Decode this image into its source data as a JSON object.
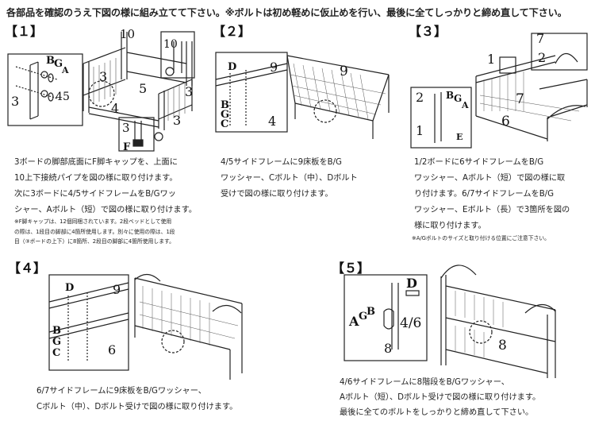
{
  "header": "各部品を確認のうえ下図の様に組み立てて下さい。※ボルトは初め軽めに仮止めを行い、最後に全てしっかりと締め直して下さい。",
  "steps": [
    {
      "label": "【１】",
      "lines": [
        "3ボードの脚部底面にF脚キャップを、上面に",
        "10上下接続パイプを図の様に取り付けます。",
        "次に3ボードに4/5サイドフレームをB/Gワッ",
        "シャー、Aボルト（短）で図の様に取り付けます。"
      ],
      "notes": [
        "※F脚キャップは、12個同梱されています。2段ベッドとして使用",
        "の際は、1段目の脚部に4箇所使用します。別々に使用の際は、1段",
        "目（③ボードの上下）に8箇所、2段目の脚部に4箇所使用します。"
      ],
      "callouts": {
        "top_post": "10",
        "inset_top": "10",
        "board_left": "3",
        "board_mid": "3",
        "board_right": "3",
        "frame_long": "5",
        "frame_front": "4",
        "board_bottom": "3",
        "cap": "F",
        "inset_left": "3",
        "inset_4": "4",
        "inset_5": "5",
        "washer_b": "B",
        "washer_g": "G",
        "bolt_a": "A"
      }
    },
    {
      "label": "【２】",
      "lines": [
        "4/5サイドフレームに9床板をB/G",
        "ワッシャー、Cボルト（中）、Dボルト",
        "受けで図の様に取り付けます。"
      ],
      "callouts": {
        "bed_plate": "9",
        "inset_plate": "9",
        "inset_frame": "4",
        "nut_d": "D",
        "washer_b": "B",
        "washer_g": "G",
        "bolt_c": "C"
      }
    },
    {
      "label": "【３】",
      "lines": [
        "1/2ボードに6サイドフレームをB/G",
        "ワッシャー、Aボルト（短）で図の様に取",
        "り付けます。6/7サイドフレームをB/G",
        "ワッシャー、Eボルト（長）で3箇所を図の",
        "様に取り付けます。"
      ],
      "notes": [
        "※A/Gボルトのサイズと取り付ける位置にご注意下さい。"
      ],
      "callouts": {
        "board_1": "1",
        "board_2": "2",
        "frame_7": "7",
        "frame_6": "6",
        "inset_7": "7",
        "inset_2": "2",
        "inset_1": "1",
        "washer_b": "B",
        "washer_g": "G",
        "bolt_a": "A",
        "bolt_e": "E"
      }
    },
    {
      "label": "【４】",
      "lines": [
        "6/7サイドフレームに9床板をB/Gワッシャー、",
        "Cボルト（中）、Dボルト受けで図の様に取り付けます。"
      ],
      "callouts": {
        "inset_plate": "9",
        "inset_frame": "6",
        "nut_d": "D",
        "washer_b": "B",
        "washer_g": "G",
        "bolt_c": "C"
      }
    },
    {
      "label": "【５】",
      "lines": [
        "4/6サイドフレームに8階段をB/Gワッシャー、",
        "Aボルト（短）、Dボルト受けで図の様に取り付けます。",
        "最後に全てのボルトをしっかりと締め直して下さい。"
      ],
      "callouts": {
        "nut_d": "D",
        "bolt_a": "A",
        "washer_g": "G",
        "washer_b": "B",
        "frame": "4/6",
        "ladder": "8",
        "ladder_main": "8"
      }
    }
  ]
}
